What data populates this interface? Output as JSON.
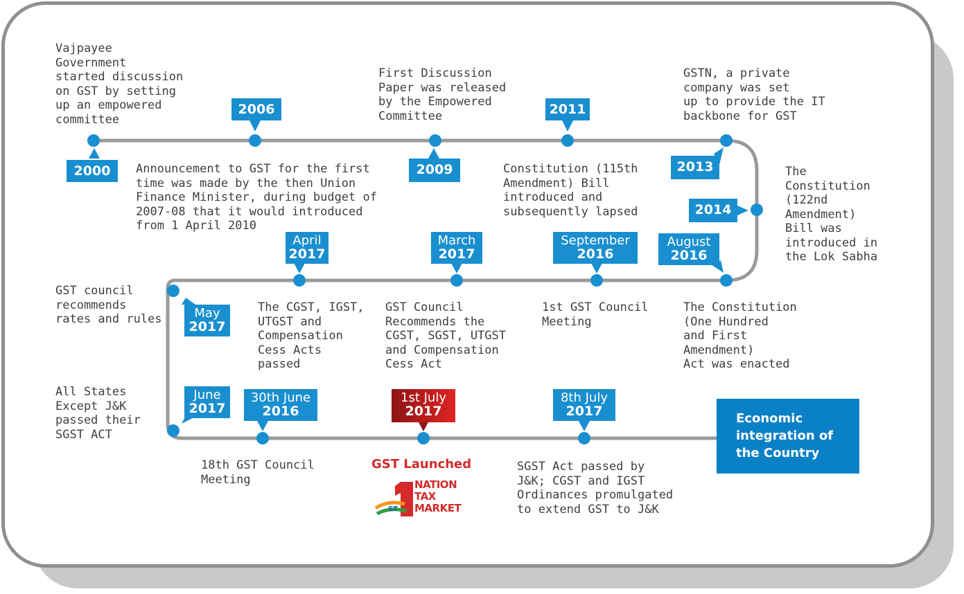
{
  "milestones": [
    {
      "id": "2000",
      "year": "2000",
      "text": "Vajpayee\nGovernment\nstarted discussion\non GST by setting\nup an empowered\ncommittee"
    },
    {
      "id": "2006",
      "year": "2006",
      "text": "Announcement to GST for the first\ntime was made by the then Union\nFinance Minister, during budget of\n2007-08 that it would introduced\nfrom 1 April 2010"
    },
    {
      "id": "2009",
      "year": "2009",
      "text": "First Discussion\nPaper was released\nby the Empowered\nCommittee"
    },
    {
      "id": "2011",
      "year": "2011",
      "text": "Constitution (115th\nAmendment) Bill\nintroduced and\nsubsequently lapsed"
    },
    {
      "id": "2013",
      "year": "2013",
      "text": "GSTN, a private\ncompany was set\nup to provide the IT\nbackbone for GST"
    },
    {
      "id": "2014",
      "year": "2014",
      "text": "The\nConstitution\n(122nd\nAmendment)\nBill was\nintroduced in\nthe Lok Sabha"
    },
    {
      "id": "aug2016",
      "month": "August",
      "year": "2016",
      "text": "The Constitution\n(One Hundred\nand First\nAmendment)\nAct was enacted"
    },
    {
      "id": "sep2016",
      "month": "September",
      "year": "2016",
      "text": "1st GST Council\nMeeting"
    },
    {
      "id": "mar2017",
      "month": "March",
      "year": "2017",
      "text": "GST Council\nRecommends the\nCGST, SGST, UTGST\nand Compensation\nCess Act"
    },
    {
      "id": "apr2017",
      "month": "April",
      "year": "2017",
      "text": "The CGST, IGST,\nUTGST and\nCompensation\nCess Acts\npassed"
    },
    {
      "id": "may2017",
      "month": "May",
      "year": "2017",
      "text": "GST council\nrecommends\nrates and rules"
    },
    {
      "id": "jun2017",
      "month": "June",
      "year": "2017",
      "text": "All States\nExcept J&K\npassed their\nSGST ACT"
    },
    {
      "id": "30jun2016",
      "month": "30th June",
      "year": "2016",
      "text": "18th GST Council\nMeeting"
    },
    {
      "id": "1jul2017",
      "month": "1st July",
      "year": "2017",
      "text": "GST Launched"
    },
    {
      "id": "8jul2017",
      "month": "8th July",
      "year": "2017",
      "text": "SGST Act passed by\nJ&K; CGST and IGST\nOrdinances promulgated\nto extend GST to J&K"
    }
  ],
  "final_box": "Economic\nintegration of\nthe Country",
  "logo_text": "NATION\nTAX\nMARKET",
  "logo_mark": "ST",
  "colors": {
    "accent": "#1a8fd0",
    "launch": "#d42a2a",
    "track": "#9a9a9a",
    "frame": "#8f8f8f",
    "final_box": "#0a80c6"
  }
}
